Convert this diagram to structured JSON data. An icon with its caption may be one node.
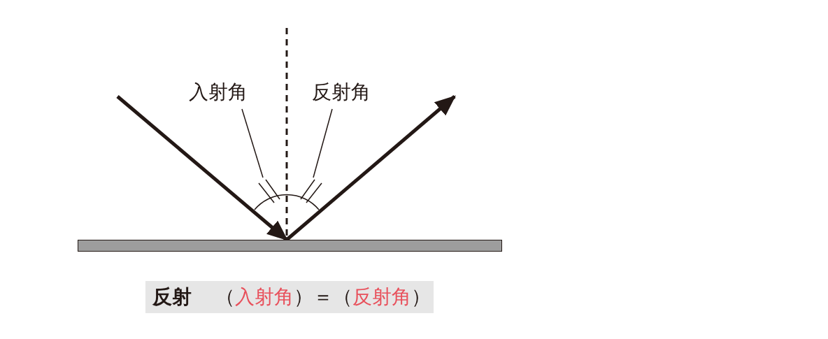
{
  "diagram": {
    "nodes": [
      {
        "text": [
          "入射角"
        ]
      },
      {
        "text": [
          "反射角"
        ]
      },
      {
        "text": [],
        "shape": "bar"
      },
      {
        "text": [
          "反射",
          "（",
          "入射角",
          "）＝（",
          "反射角",
          "）"
        ]
      },
      {
        "text": [],
        "shape": "tick"
      },
      {
        "text": [],
        "shape": "tick"
      }
    ],
    "edges": [
      {
        "from": null,
        "to": 2,
        "arrow": "to",
        "style": "thick"
      },
      {
        "from": 2,
        "to": null,
        "arrow": "to",
        "style": "thick"
      },
      {
        "from": 0,
        "to": 4,
        "arrow": "none"
      },
      {
        "from": 1,
        "to": 5,
        "arrow": "none"
      }
    ]
  }
}
